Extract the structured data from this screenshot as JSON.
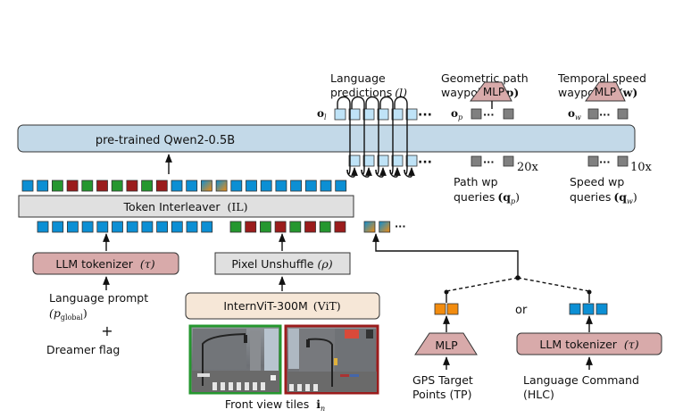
{
  "colors": {
    "qwen_fill": "#c3d9e8",
    "interleaver_fill": "#e0e0e0",
    "tokenizer_fill": "#d8aaaa",
    "vit_fill": "#f6e7d7",
    "mlp_fill": "#d8aaaa",
    "text_token": "#0c8fd4",
    "green_token": "#25972f",
    "red_token": "#9b1c1c",
    "orange_token": "#f28c0f",
    "lang_out_token": "#bfe3f7",
    "query_token": "#808080"
  },
  "llm": {
    "label": "pre-trained Qwen2-0.5B"
  },
  "interleaver": {
    "label": "Token Interleaver",
    "symbol": "(IL)"
  },
  "outputs": {
    "language": {
      "title_line1": "Language",
      "title_line2": "predictions",
      "symbol": "(l)",
      "out_label": "o",
      "out_sub": "l"
    },
    "path": {
      "title_line1": "Geometric path",
      "title_line2": "waypoints",
      "symbol": "(p)",
      "mlp_label": "MLP",
      "out_label": "o",
      "out_sub": "p"
    },
    "speed": {
      "title_line1": "Temporal speed",
      "title_line2": "waypoints",
      "symbol": "(w)",
      "mlp_label": "MLP",
      "out_label": "o",
      "out_sub": "w"
    }
  },
  "queries": {
    "path": {
      "count_label": "20x",
      "label_line1": "Path wp",
      "label_line2": "queries",
      "symbol": "(q",
      "sub": "p",
      "close": ")"
    },
    "speed": {
      "count_label": "10x",
      "label_line1": "Speed wp",
      "label_line2": "queries",
      "symbol": "(q",
      "sub": "w",
      "close": ")"
    }
  },
  "ellipsis": "···",
  "left_branch": {
    "tokenizer_label": "LLM tokenizer",
    "tokenizer_symbol": "(τ)",
    "prompt_line1": "Language prompt",
    "prompt_symbol": "(p",
    "prompt_sub": "global",
    "prompt_close": ")",
    "plus": "+",
    "flag": "Dreamer flag"
  },
  "vision_branch": {
    "unshuffle_label": "Pixel Unshuffle",
    "unshuffle_symbol": "(ρ)",
    "vit_label": "InternViT-300M",
    "vit_symbol": "(ViT)",
    "tiles_label": "Front view tiles",
    "tiles_symbol": "i",
    "tiles_sub": "n"
  },
  "route_branch": {
    "or_label": "or",
    "mlp_label": "MLP",
    "gps_line1": "GPS Target",
    "gps_line2": "Points (TP)",
    "tokenizer_label": "LLM tokenizer",
    "tokenizer_symbol": "(τ)",
    "cmd_line1": "Language Command",
    "cmd_line2": "(HLC)"
  },
  "sequences": {
    "interleaved": [
      "b",
      "b",
      "g",
      "r",
      "g",
      "r",
      "g",
      "r",
      "g",
      "r",
      "b",
      "b",
      "m",
      "m",
      "b",
      "b",
      "b",
      "b",
      "b",
      "b",
      "b",
      "b"
    ],
    "text_tokens": 12,
    "image_tokens": [
      "g",
      "r",
      "g",
      "r",
      "g",
      "r",
      "g",
      "r"
    ],
    "route_tokens": 2,
    "gps_tokens": 2,
    "cmd_tokens": 3,
    "lang_in_tokens": 5,
    "lang_out_tokens": 6
  }
}
